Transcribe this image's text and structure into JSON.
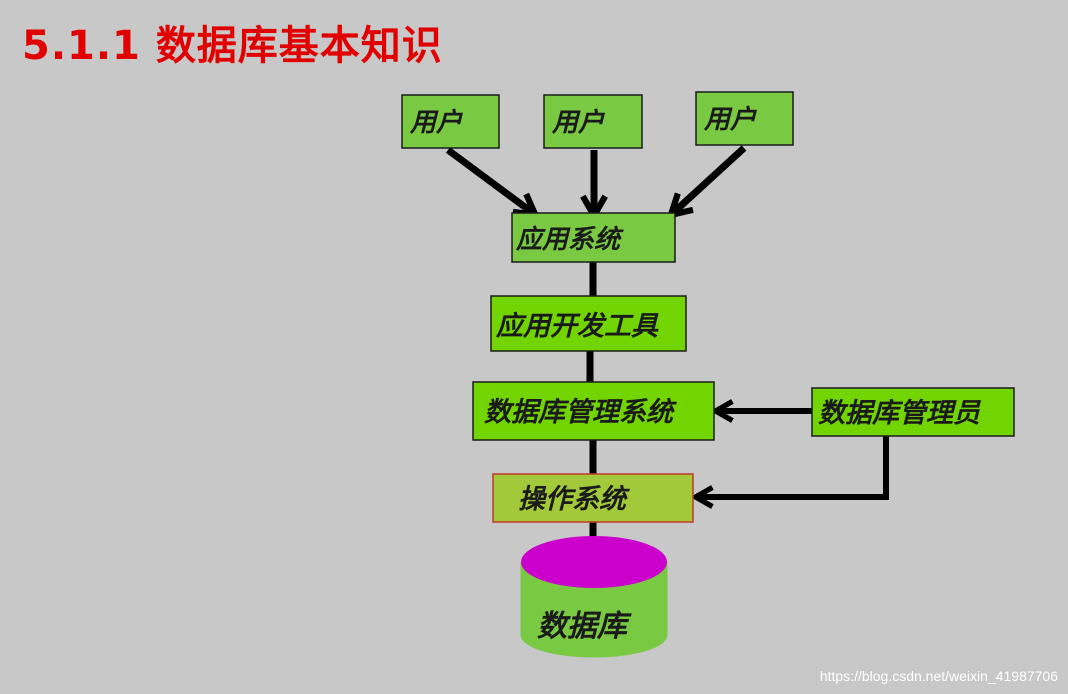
{
  "title": "5.1.1  数据库基本知识",
  "colors": {
    "background": "#c8c8c8",
    "title": "#e00000",
    "box_green": "#7ac943",
    "box_green_bright": "#72d400",
    "box_os": "#a2c93a",
    "db_top": "#cc00cc",
    "db_body": "#7ac943"
  },
  "nodes": {
    "user_1": "用户",
    "user_2": "用户",
    "user_3": "用户",
    "app_system": "应用系统",
    "dev_tools": "应用开发工具",
    "dbms": "数据库管理系统",
    "dba": "数据库管理员",
    "os": "操作系统",
    "database": "数据库"
  },
  "watermark": "https://blog.csdn.net/weixin_41987706"
}
